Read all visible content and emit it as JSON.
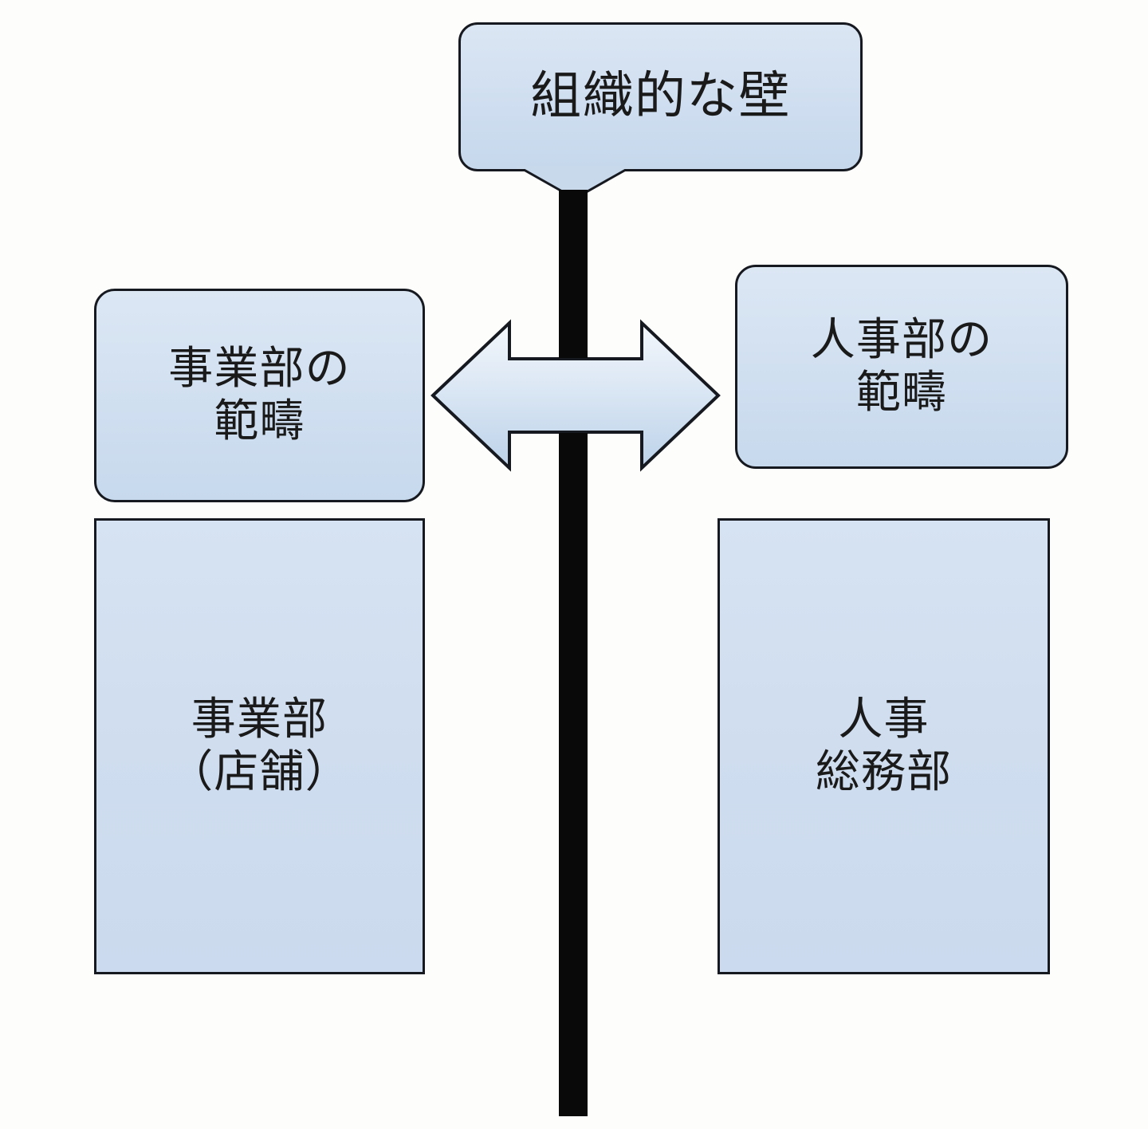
{
  "diagram": {
    "title_callout": {
      "text": "組織的な壁",
      "name": "organizational-wall-callout"
    },
    "wall": {
      "name": "organizational-wall-bar",
      "color": "#090909"
    },
    "arrow": {
      "name": "bidirectional-arrow",
      "direction": "both",
      "fill": "#cfdfee",
      "stroke": "#16191f"
    },
    "left": {
      "scope_label": "事業部の\n範疇",
      "department": "事業部\n（店舗）"
    },
    "right": {
      "scope_label": "人事部の\n範疇",
      "department": "人事\n総務部"
    },
    "colors": {
      "box_fill_top": "#dce7f4",
      "box_fill_bottom": "#c7d9ed",
      "outline": "#16191f",
      "wall": "#090909",
      "background": "#fdfdfc"
    }
  }
}
